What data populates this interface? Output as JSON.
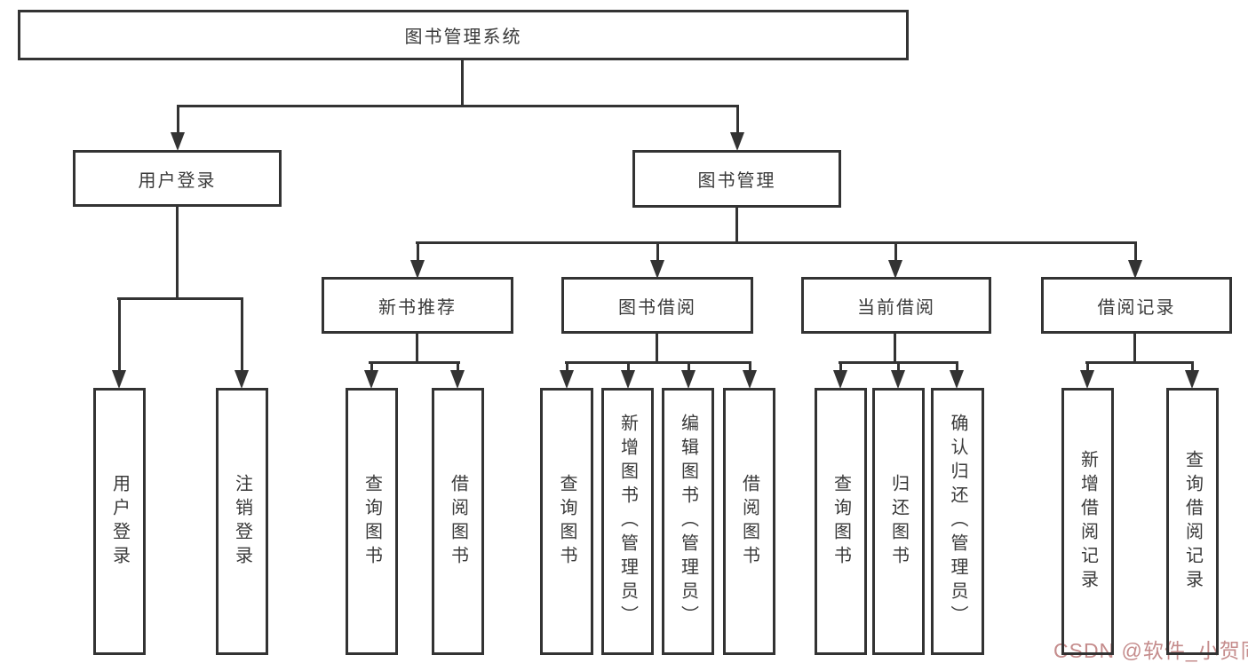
{
  "tree": {
    "root": "图书管理系统",
    "branches": [
      {
        "label": "用户登录",
        "children": [
          "用户登录",
          "注销登录"
        ]
      },
      {
        "label": "图书管理",
        "groups": [
          {
            "label": "新书推荐",
            "children": [
              "查询图书",
              "借阅图书"
            ]
          },
          {
            "label": "图书借阅",
            "children": [
              "查询图书",
              "新增图书（管理员）",
              "编辑图书（管理员）",
              "借阅图书"
            ]
          },
          {
            "label": "当前借阅",
            "children": [
              "查询图书",
              "归还图书",
              "确认归还（管理员）"
            ]
          },
          {
            "label": "借阅记录",
            "children": [
              "新增借阅记录",
              "查询借阅记录"
            ]
          }
        ]
      }
    ]
  },
  "watermark": "CSDN @软件_小贺同学",
  "colors": {
    "line": "#333333",
    "text": "#3a3a3a",
    "watermark": "#c58c8c",
    "background": "#ffffff"
  }
}
